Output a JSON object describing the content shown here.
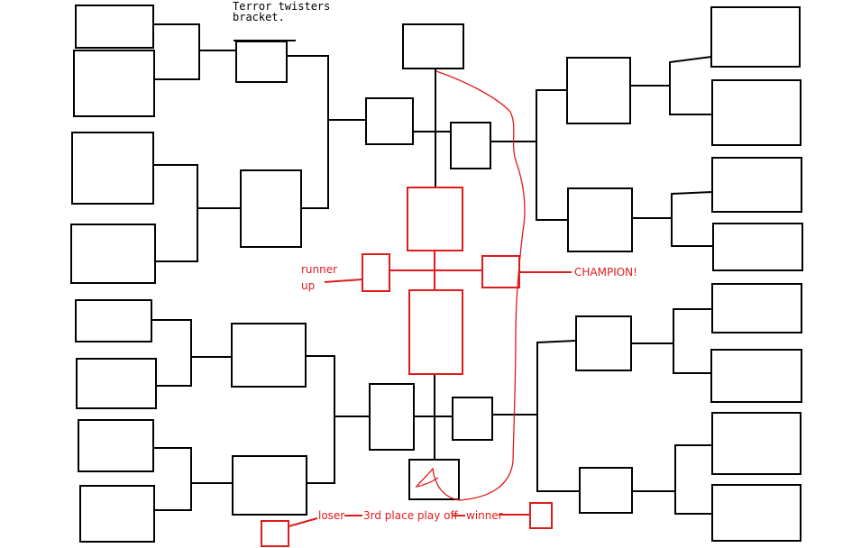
{
  "title": {
    "line1": "Terror twisters",
    "line2": "bracket."
  },
  "labels": {
    "runner_up_1": "runner",
    "runner_up_2": "up",
    "champion": "CHAMPION!",
    "loser": "loser",
    "third_place": "3rd place play off",
    "winner": "winner"
  },
  "colors": {
    "bracket": "#000000",
    "finals": "#e01b1b"
  }
}
